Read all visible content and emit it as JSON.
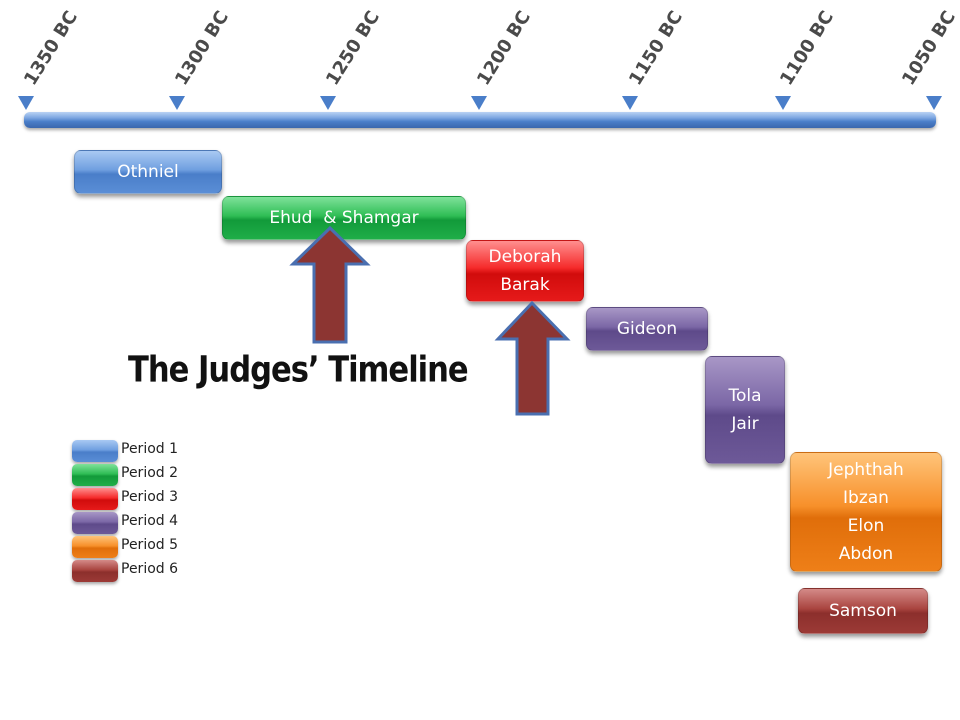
{
  "timeline": {
    "ticks": [
      "1350 BC",
      "1300 BC",
      "1250 BC",
      "1200 BC",
      "1150 BC",
      "1100 BC",
      "1050 BC"
    ]
  },
  "title": "The Judges’ Timeline",
  "judges": [
    {
      "lines": [
        "Othniel"
      ],
      "period": 1
    },
    {
      "lines": [
        "Ehud  & Shamgar"
      ],
      "period": 2
    },
    {
      "lines": [
        "Deborah",
        "Barak"
      ],
      "period": 3
    },
    {
      "lines": [
        "Gideon"
      ],
      "period": 4
    },
    {
      "lines": [
        "Tola",
        "Jair"
      ],
      "period": 4
    },
    {
      "lines": [
        "Jephthah",
        "Ibzan",
        "Elon",
        "Abdon"
      ],
      "period": 5
    },
    {
      "lines": [
        "Samson"
      ],
      "period": 6
    }
  ],
  "legend": [
    {
      "label": "Period 1",
      "color": "#4a7ec9"
    },
    {
      "label": "Period 2",
      "color": "#129a3a"
    },
    {
      "label": "Period 3",
      "color": "#d10c0c"
    },
    {
      "label": "Period 4",
      "color": "#5e4a8a"
    },
    {
      "label": "Period 5",
      "color": "#e06e0a"
    },
    {
      "label": "Period 6",
      "color": "#8c2f2c"
    }
  ],
  "colors": {
    "axis": "#4a7ec9",
    "arrow_fill": "#8c3532",
    "arrow_stroke": "#4a6fb0"
  }
}
